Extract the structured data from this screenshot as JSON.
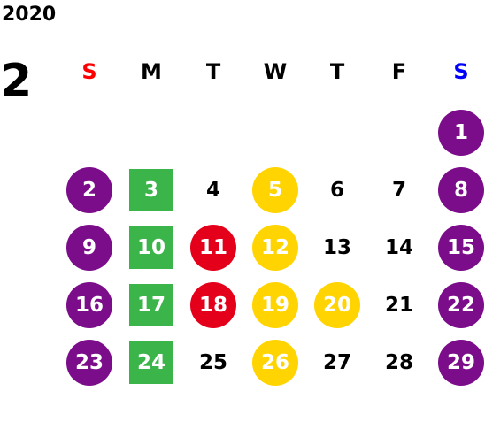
{
  "year": "2020",
  "month": "2",
  "weekdays": [
    "S",
    "M",
    "T",
    "W",
    "T",
    "F",
    "S"
  ],
  "colors": {
    "sunday_header": "#ff0000",
    "saturday_header": "#0000ff",
    "weekend_marker": "#7b0d8a",
    "red_marker": "#e4001b",
    "yellow_marker": "#ffd400",
    "green_marker": "#3bb54a"
  },
  "weeks": [
    [
      "",
      "",
      "",
      "",
      "",
      "",
      "1"
    ],
    [
      "2",
      "3",
      "4",
      "5",
      "6",
      "7",
      "8"
    ],
    [
      "9",
      "10",
      "11",
      "12",
      "13",
      "14",
      "15"
    ],
    [
      "16",
      "17",
      "18",
      "19",
      "20",
      "21",
      "22"
    ],
    [
      "23",
      "24",
      "25",
      "26",
      "27",
      "28",
      "29"
    ]
  ],
  "markers": {
    "purple_circle": [
      "1",
      "2",
      "8",
      "9",
      "15",
      "16",
      "22",
      "23",
      "29"
    ],
    "green_square": [
      "3",
      "10",
      "17",
      "24"
    ],
    "red_circle": [
      "11",
      "18"
    ],
    "yellow_circle": [
      "5",
      "12",
      "19",
      "20",
      "26"
    ]
  }
}
